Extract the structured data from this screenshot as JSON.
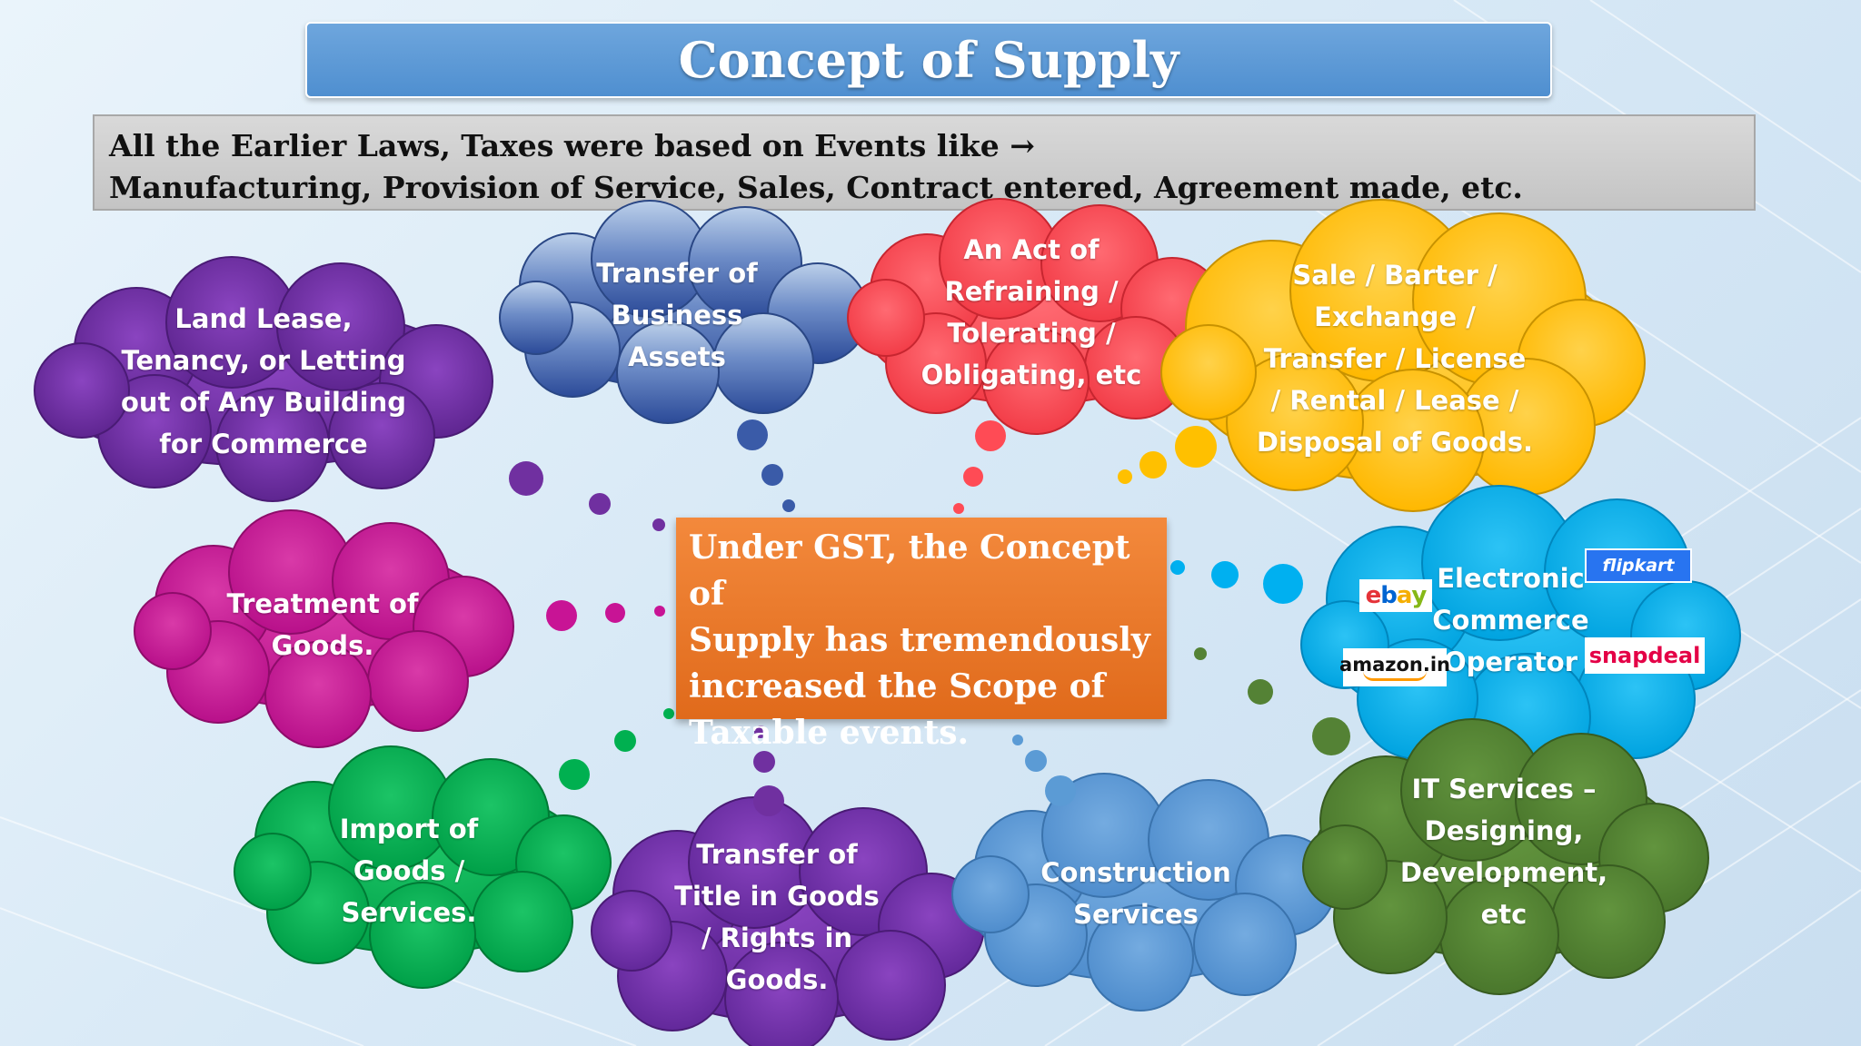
{
  "title": "Concept of Supply",
  "intro": {
    "line1": "All the Earlier Laws, Taxes were based on Events like →",
    "line2": "Manufacturing, Provision of Service, Sales, Contract entered, Agreement made, etc."
  },
  "center": {
    "lines": [
      "Under GST, the Concept of",
      "Supply has tremendously",
      "increased the Scope of",
      "Taxable events."
    ]
  },
  "clouds": [
    {
      "id": "land-lease",
      "lines": [
        "Land Lease,",
        "Tenancy, or Letting",
        "out of Any Building",
        "for Commerce"
      ],
      "color": "#7030a0"
    },
    {
      "id": "business-assets",
      "lines": [
        "Transfer of",
        "Business",
        "Assets"
      ],
      "color": "#3a5ba8"
    },
    {
      "id": "act-of-refraining",
      "lines": [
        "An Act of",
        "Refraining /",
        "Tolerating /",
        "Obligating, etc"
      ],
      "color": "#ff4b55"
    },
    {
      "id": "sale-barter",
      "lines": [
        "Sale / Barter /",
        "Exchange /",
        "Transfer / License",
        "/ Rental / Lease /",
        "Disposal of Goods."
      ],
      "color": "#ffc000"
    },
    {
      "id": "treatment-of-goods",
      "lines": [
        "Treatment of",
        "Goods."
      ],
      "color": "#c81495"
    },
    {
      "id": "electronic-commerce",
      "lines": [
        "Electronic",
        "Commerce",
        "Operator"
      ],
      "color": "#00b0f0"
    },
    {
      "id": "import",
      "lines": [
        "Import of",
        "Goods  /",
        "Services."
      ],
      "color": "#00b050"
    },
    {
      "id": "transfer-of-title",
      "lines": [
        "Transfer of",
        "Title in Goods",
        "/ Rights in",
        "Goods."
      ],
      "color": "#7030a0"
    },
    {
      "id": "construction",
      "lines": [
        "Construction",
        "Services"
      ],
      "color": "#5b9bd5"
    },
    {
      "id": "it-services",
      "lines": [
        "IT Services –",
        "Designing,",
        "Development,",
        "etc"
      ],
      "color": "#548235"
    }
  ],
  "logos": {
    "ebay": "ebay",
    "flipkart": "flipkart",
    "amazon": "amazon.in",
    "snapdeal": "snapdeal"
  }
}
